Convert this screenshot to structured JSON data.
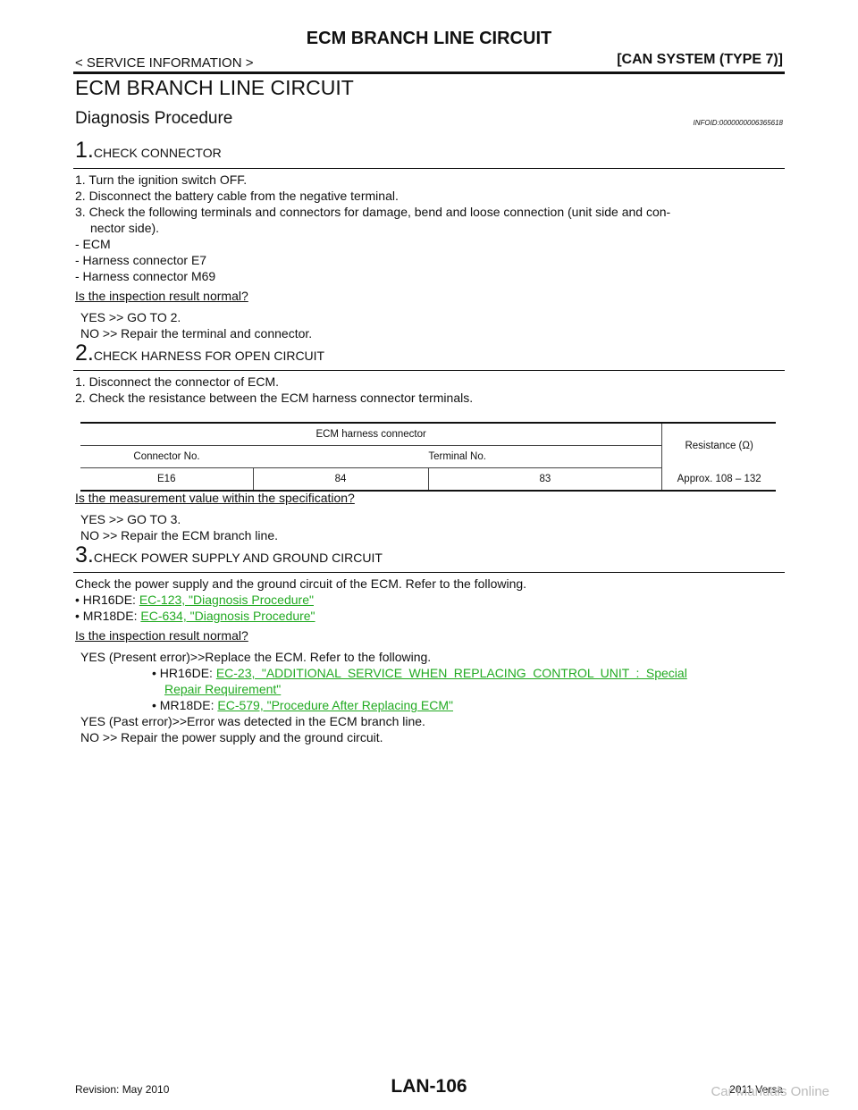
{
  "header": {
    "title": "ECM BRANCH LINE CIRCUIT",
    "left": "< SERVICE INFORMATION >",
    "right": "[CAN SYSTEM (TYPE 7)]"
  },
  "page_title": "ECM BRANCH LINE CIRCUIT",
  "section": {
    "title": "Diagnosis Procedure",
    "infoid": "INFOID:0000000006365618"
  },
  "step1": {
    "num": "1.",
    "title": "CHECK CONNECTOR",
    "lines": [
      "1. Turn the ignition switch OFF.",
      "2. Disconnect the battery cable from the negative terminal.",
      "3. Check the following terminals and connectors for damage, bend and loose connection (unit side and con-",
      "nector side).",
      "- ECM",
      "- Harness connector E7",
      "- Harness connector M69"
    ],
    "question": "Is the inspection result normal?",
    "yes": "YES >> GO TO 2.",
    "no": "NO >> Repair the terminal and connector."
  },
  "step2": {
    "num": "2.",
    "title": "CHECK HARNESS FOR OPEN CIRCUIT",
    "lines": [
      "1. Disconnect the connector of ECM.",
      "2. Check the resistance between the ECM harness connector terminals."
    ],
    "table": {
      "group_header": "ECM harness connector",
      "resistance_header": "Resistance (Ω)",
      "connector_header": "Connector No.",
      "terminal_header": "Terminal No.",
      "row": {
        "connector": "E16",
        "t1": "84",
        "t2": "83",
        "resistance": "Approx. 108 – 132"
      }
    },
    "question": "Is the measurement value within the specification?",
    "yes": "YES >> GO TO 3.",
    "no": "NO >> Repair the ECM branch line."
  },
  "step3": {
    "num": "3.",
    "title": "CHECK POWER SUPPLY AND GROUND CIRCUIT",
    "line": "Check the power supply and the ground circuit of the ECM. Refer to the following.",
    "bullet1": {
      "label": "• HR16DE:",
      "link": "EC-123, \"Diagnosis Procedure\""
    },
    "bullet2": {
      "label": "• MR18DE:",
      "link": "EC-634, \"Diagnosis Procedure\""
    },
    "question": "Is the inspection result normal?",
    "yes_present": "YES (Present error)>>Replace the ECM. Refer to the following.",
    "sub1": {
      "label": "• HR16DE:",
      "link_a": "EC-23, \"ADDITIONAL SERVICE WHEN REPLACING CONTROL UNIT : Special",
      "link_b": "Repair Requirement\""
    },
    "sub2": {
      "label": "• MR18DE:",
      "link": "EC-579, \"Procedure After Replacing ECM\""
    },
    "yes_past": "YES (Past error)>>Error was detected in the ECM branch line.",
    "no": "NO >> Repair the power supply and the ground circuit."
  },
  "footer": {
    "revision": "Revision: May 2010",
    "page": "LAN-106",
    "model": "2011 Versa",
    "watermark": "Car Manuals Online"
  }
}
